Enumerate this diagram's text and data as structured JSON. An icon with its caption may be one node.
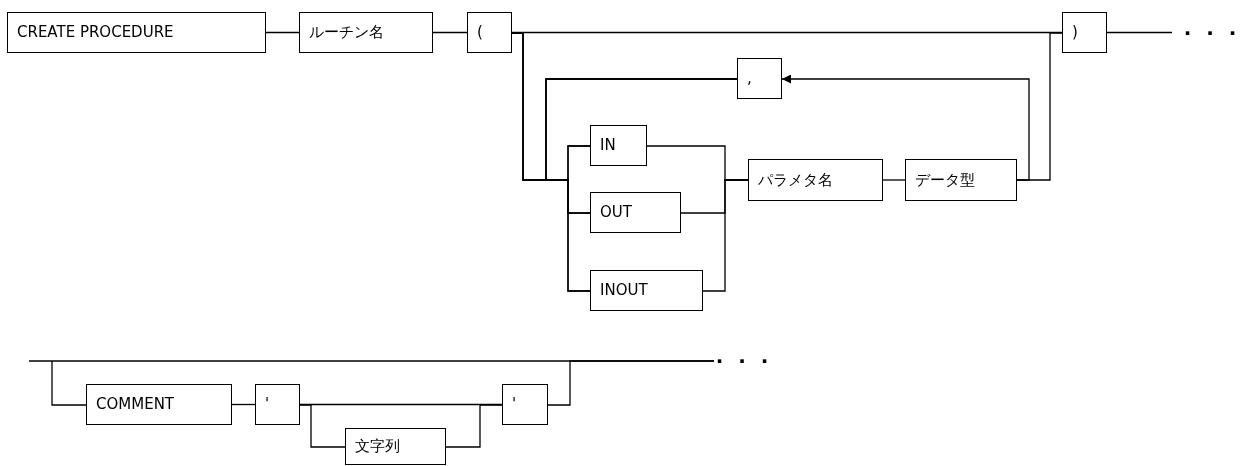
{
  "diagram": {
    "nodes": [
      {
        "text": [
          "CREATE PROCEDURE"
        ]
      },
      {
        "text": [
          "ルーチン名"
        ]
      },
      {
        "text": [
          "("
        ]
      },
      {
        "text": [
          ","
        ]
      },
      {
        "text": [
          "IN"
        ]
      },
      {
        "text": [
          "OUT"
        ]
      },
      {
        "text": [
          "INOUT"
        ]
      },
      {
        "text": [
          "パラメタ名"
        ]
      },
      {
        "text": [
          "データ型"
        ]
      },
      {
        "text": [
          ")"
        ]
      },
      {
        "text": [
          "COMMENT"
        ]
      },
      {
        "text": [
          "'"
        ]
      },
      {
        "text": [
          "文字列"
        ]
      },
      {
        "text": [
          "'"
        ]
      },
      {
        "text": [
          "· · ·"
        ]
      },
      {
        "text": [
          "· · ·"
        ]
      }
    ],
    "edges": [
      {
        "from": 0,
        "to": 1,
        "arrow": "none"
      },
      {
        "from": 1,
        "to": 2,
        "arrow": "none"
      },
      {
        "from": 2,
        "to": 9,
        "arrow": "none"
      },
      {
        "from": 2,
        "to": 4,
        "arrow": "none"
      },
      {
        "from": 2,
        "to": 5,
        "arrow": "none"
      },
      {
        "from": 2,
        "to": 6,
        "arrow": "none"
      },
      {
        "from": 4,
        "to": 7,
        "arrow": "none"
      },
      {
        "from": 5,
        "to": 7,
        "arrow": "none"
      },
      {
        "from": 6,
        "to": 7,
        "arrow": "none"
      },
      {
        "from": 7,
        "to": 8,
        "arrow": "none"
      },
      {
        "from": 8,
        "to": 9,
        "arrow": "none"
      },
      {
        "from": 8,
        "to": 3,
        "arrow": "to"
      },
      {
        "from": 3,
        "to": 4,
        "arrow": "none"
      },
      {
        "from": 3,
        "to": 5,
        "arrow": "none"
      },
      {
        "from": 3,
        "to": 6,
        "arrow": "none"
      },
      {
        "from": 9,
        "to": 14,
        "arrow": "none"
      },
      {
        "from": null,
        "to": 10,
        "arrow": "none"
      },
      {
        "from": 10,
        "to": 11,
        "arrow": "none"
      },
      {
        "from": 11,
        "to": 13,
        "arrow": "none"
      },
      {
        "from": 11,
        "to": 12,
        "arrow": "none"
      },
      {
        "from": 12,
        "to": 13,
        "arrow": "none"
      },
      {
        "from": 13,
        "to": 15,
        "arrow": "none"
      },
      {
        "from": null,
        "to": 15,
        "arrow": "none"
      }
    ]
  }
}
